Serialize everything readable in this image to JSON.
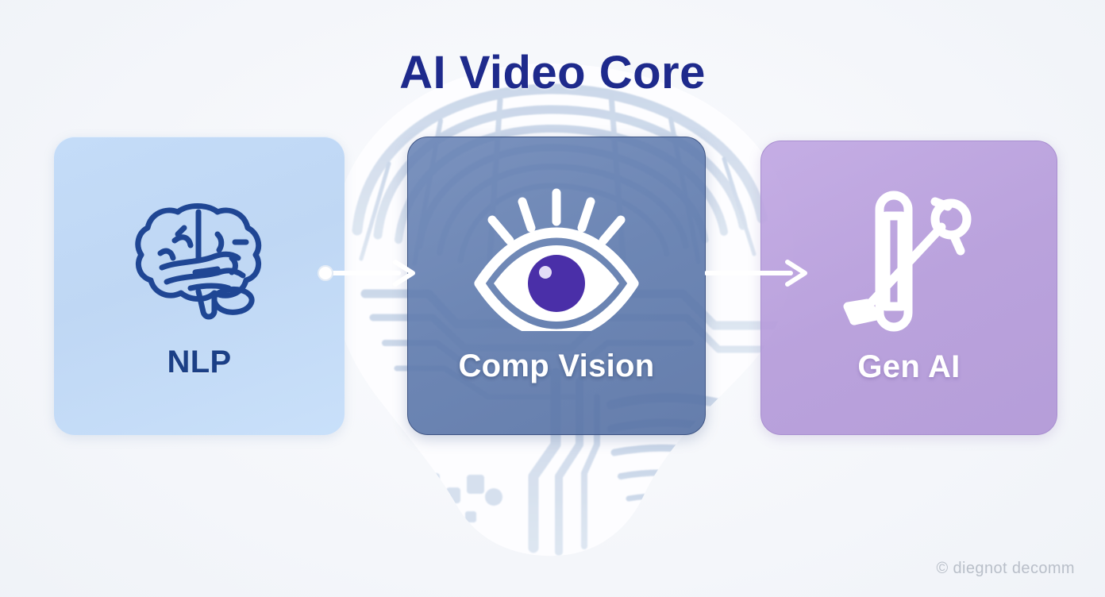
{
  "page": {
    "title": "AI Video Core",
    "background_color": "#f4f6fa",
    "title_color": "#1e2a8c"
  },
  "diagram": {
    "type": "pipeline",
    "flow_direction": "left-to-right",
    "nodes": [
      {
        "id": "nlp",
        "label": "NLP",
        "icon": "brain-icon",
        "fill_color": "#bfd7f4",
        "text_color": "#1b3f86",
        "icon_color": "#1f4694"
      },
      {
        "id": "comp-vision",
        "label": "Comp Vision",
        "icon": "eye-icon",
        "fill_color": "#5d79ac",
        "text_color": "#ffffff",
        "icon_color": "#ffffff",
        "accent_color": "#4a2fa8"
      },
      {
        "id": "gen-ai",
        "label": "Gen AI",
        "icon": "magic-wand-icon",
        "fill_color": "#b59bda",
        "text_color": "#ffffff",
        "icon_color": "#ffffff"
      }
    ],
    "connectors": [
      {
        "id": "connector-1",
        "from": "nlp",
        "to": "comp-vision",
        "style": "dot-to-arrow"
      },
      {
        "id": "connector-2",
        "from": "comp-vision",
        "to": "gen-ai",
        "style": "line-to-arrow"
      }
    ],
    "background_motif": "circuit-brain"
  },
  "watermark": {
    "text": "© diegnot decomm"
  }
}
